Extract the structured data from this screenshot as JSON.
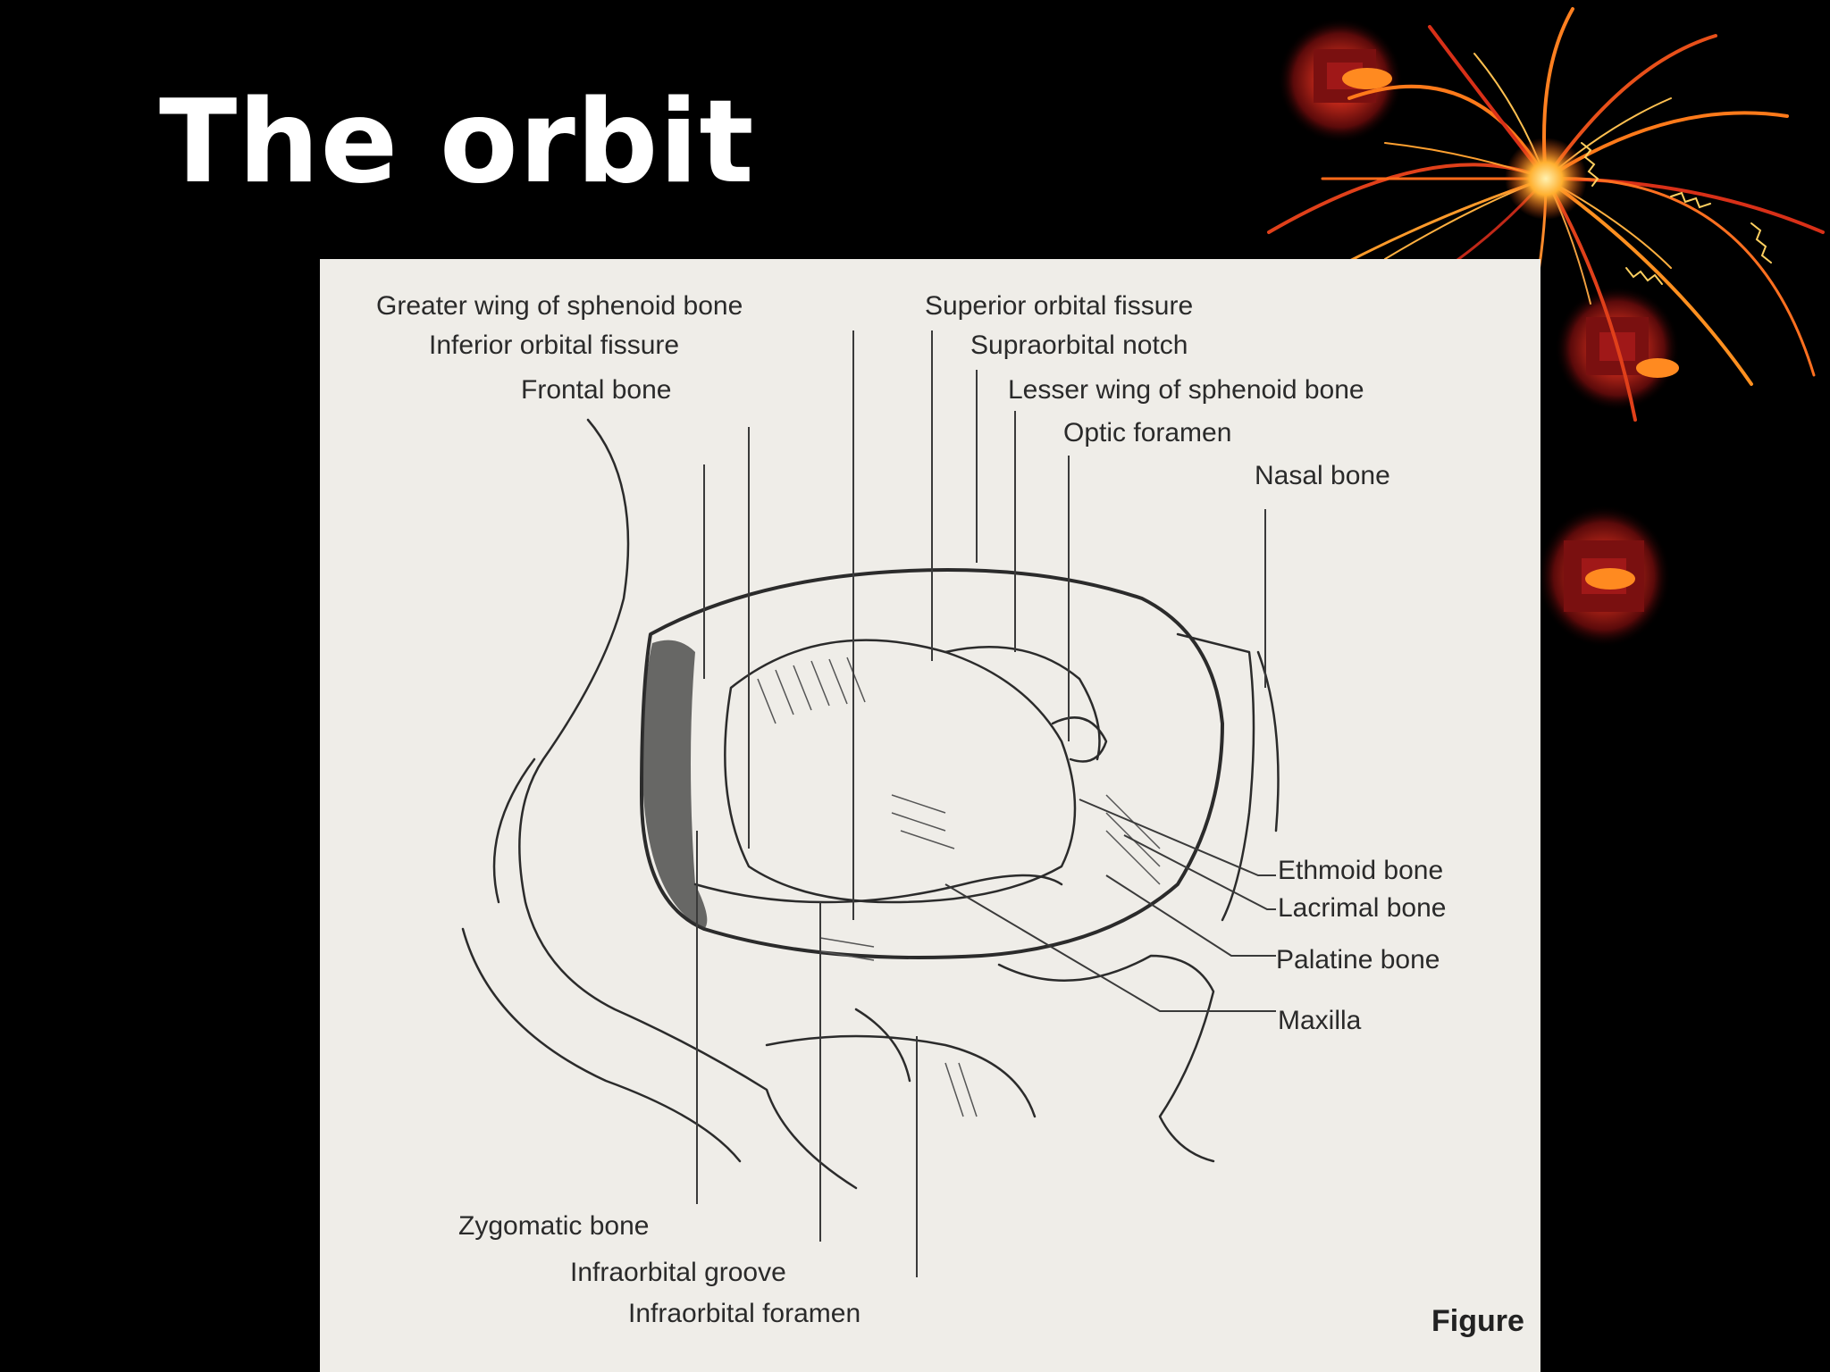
{
  "slide": {
    "title": "The orbit"
  },
  "figure": {
    "labels": {
      "greater_wing": "Greater wing of sphenoid bone",
      "inferior_orbital_fissure": "Inferior orbital fissure",
      "frontal_bone": "Frontal bone",
      "superior_orbital_fissure": "Superior orbital fissure",
      "supraorbital_notch": "Supraorbital notch",
      "lesser_wing": "Lesser wing of sphenoid bone",
      "optic_foramen": "Optic foramen",
      "nasal_bone": "Nasal bone",
      "ethmoid_bone": "Ethmoid bone",
      "lacrimal_bone": "Lacrimal bone",
      "palatine_bone": "Palatine bone",
      "maxilla": "Maxilla",
      "zygomatic_bone": "Zygomatic bone",
      "infraorbital_groove": "Infraorbital groove",
      "infraorbital_foramen": "Infraorbital foramen",
      "figure_caption": "Figure"
    }
  },
  "colors": {
    "background": "#000000",
    "title": "#ffffff",
    "paper": "#efede8",
    "ink": "#2b2b2b",
    "decor_orange": "#ff7a1a",
    "decor_red": "#c0281a"
  }
}
